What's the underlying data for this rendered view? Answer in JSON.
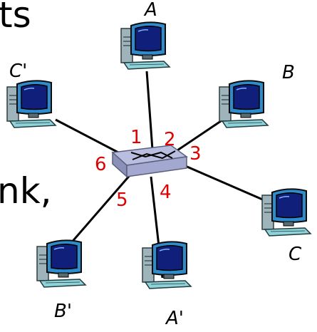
{
  "background_fragments": {
    "top_left": "ts",
    "middle_left": "nk,"
  },
  "hosts": [
    {
      "id": "A",
      "label": "A"
    },
    {
      "id": "B",
      "label": "B"
    },
    {
      "id": "C",
      "label": "C"
    },
    {
      "id": "A2",
      "label": "A'"
    },
    {
      "id": "B2",
      "label": "B'"
    },
    {
      "id": "C2",
      "label": "C'"
    }
  ],
  "ports": [
    "1",
    "2",
    "3",
    "4",
    "5",
    "6"
  ],
  "icons": {
    "host": "desktop-computer-icon",
    "switch": "network-switch-icon"
  },
  "colors": {
    "port_labels": "#e00000",
    "link": "#000000",
    "switch_top": "#b9bee0",
    "screen": "#0f1f7a"
  }
}
